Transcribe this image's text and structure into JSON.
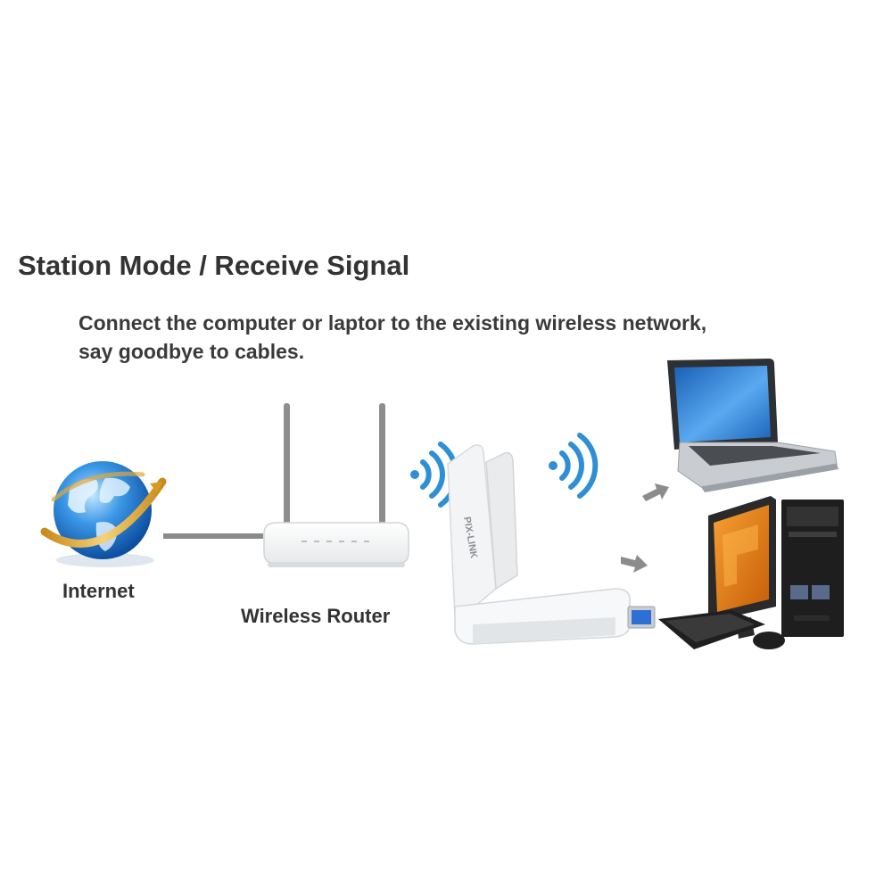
{
  "title": "Station Mode / Receive Signal",
  "description": {
    "line1": "Connect the computer or laptor to the existing wireless network,",
    "line2": "say goodbye to cables."
  },
  "labels": {
    "internet": "Internet",
    "router": "Wireless Router"
  },
  "adapter": {
    "brand": "PIX-LINK"
  },
  "icons": [
    "globe-icon",
    "router-icon",
    "wifi-signal-icon",
    "usb-adapter-icon",
    "arrow-icon",
    "laptop-icon",
    "desktop-pc-icon"
  ],
  "colors": {
    "accent_blue": "#2e8fd6",
    "pc_orange": "#e07a12",
    "text": "#333333"
  }
}
